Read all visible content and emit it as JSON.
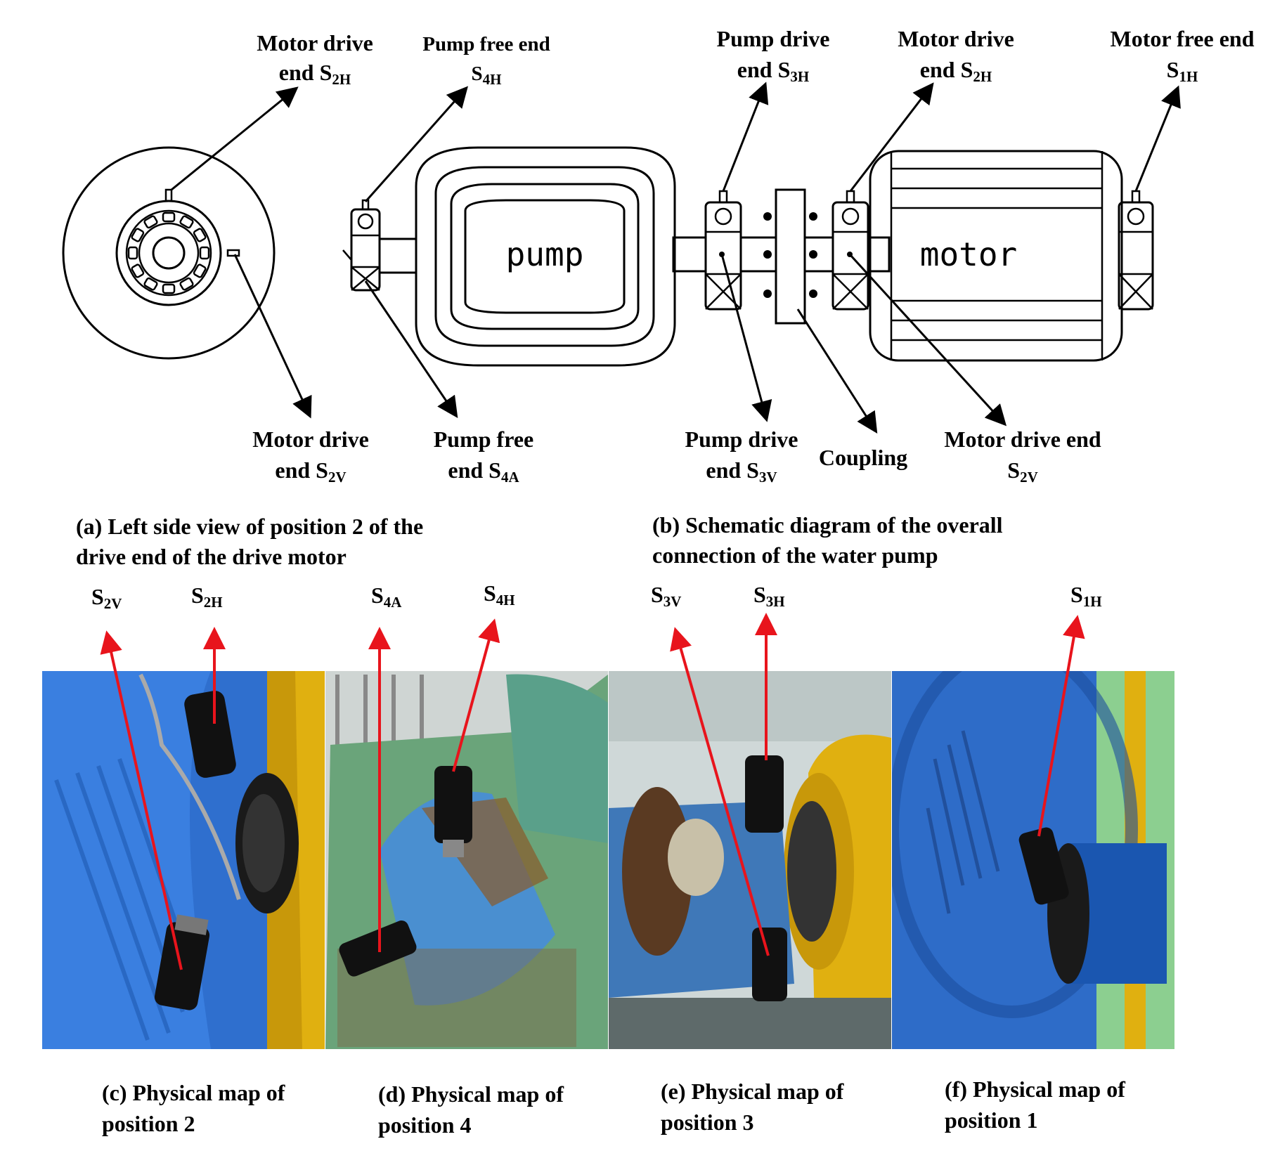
{
  "schematic": {
    "labels_top": {
      "left_motor_drive_end_h": {
        "text": "Motor drive",
        "line2": "end S",
        "sub": "2H"
      },
      "pump_free_end_h": {
        "text": "Pump free end",
        "line2": "S",
        "sub": "4H"
      },
      "pump_drive_end_h": {
        "text": "Pump drive",
        "line2": "end S",
        "sub": "3H"
      },
      "motor_drive_end_h": {
        "text": "Motor drive",
        "line2": "end S",
        "sub": "2H"
      },
      "motor_free_end_h": {
        "text": "Motor free end",
        "line2": "S",
        "sub": "1H"
      }
    },
    "labels_bottom": {
      "left_motor_drive_end_v": {
        "text": "Motor drive",
        "line2": "end S",
        "sub": "2V"
      },
      "pump_free_end_a": {
        "text": "Pump free",
        "line2": "end S",
        "sub": "4A"
      },
      "pump_drive_end_v": {
        "text": "Pump drive",
        "line2": "end S",
        "sub": "3V"
      },
      "coupling": {
        "text": "Coupling"
      },
      "motor_drive_end_v": {
        "text": "Motor drive end",
        "line2": "S",
        "sub": "2V"
      }
    },
    "pump_label": "pump",
    "motor_label": "motor"
  },
  "captions": {
    "a": {
      "line1": "(a) Left side view of position 2 of the",
      "line2": "drive end of the drive motor"
    },
    "b": {
      "line1": "(b) Schematic diagram of the overall",
      "line2": "connection of the water pump"
    },
    "c": {
      "line1": "(c) Physical map of",
      "line2": "position 2"
    },
    "d": {
      "line1": "(d) Physical map of",
      "line2": "position 4"
    },
    "e": {
      "line1": "(e) Physical map of",
      "line2": "position 3"
    },
    "f": {
      "line1": "(f) Physical map of",
      "line2": "position 1"
    }
  },
  "photo_labels": {
    "s2v": {
      "main": "S",
      "sub": "2V"
    },
    "s2h": {
      "main": "S",
      "sub": "2H"
    },
    "s4a": {
      "main": "S",
      "sub": "4A"
    },
    "s4h": {
      "main": "S",
      "sub": "4H"
    },
    "s3v": {
      "main": "S",
      "sub": "3V"
    },
    "s3h": {
      "main": "S",
      "sub": "3H"
    },
    "s1h": {
      "main": "S",
      "sub": "1H"
    }
  },
  "colors": {
    "arrow_red": "#e8141c",
    "motor_blue": "#2f6fce",
    "coupling_yellow": "#e0b010",
    "pipe_green": "#5fa67a",
    "rust": "#8a5a2a"
  }
}
